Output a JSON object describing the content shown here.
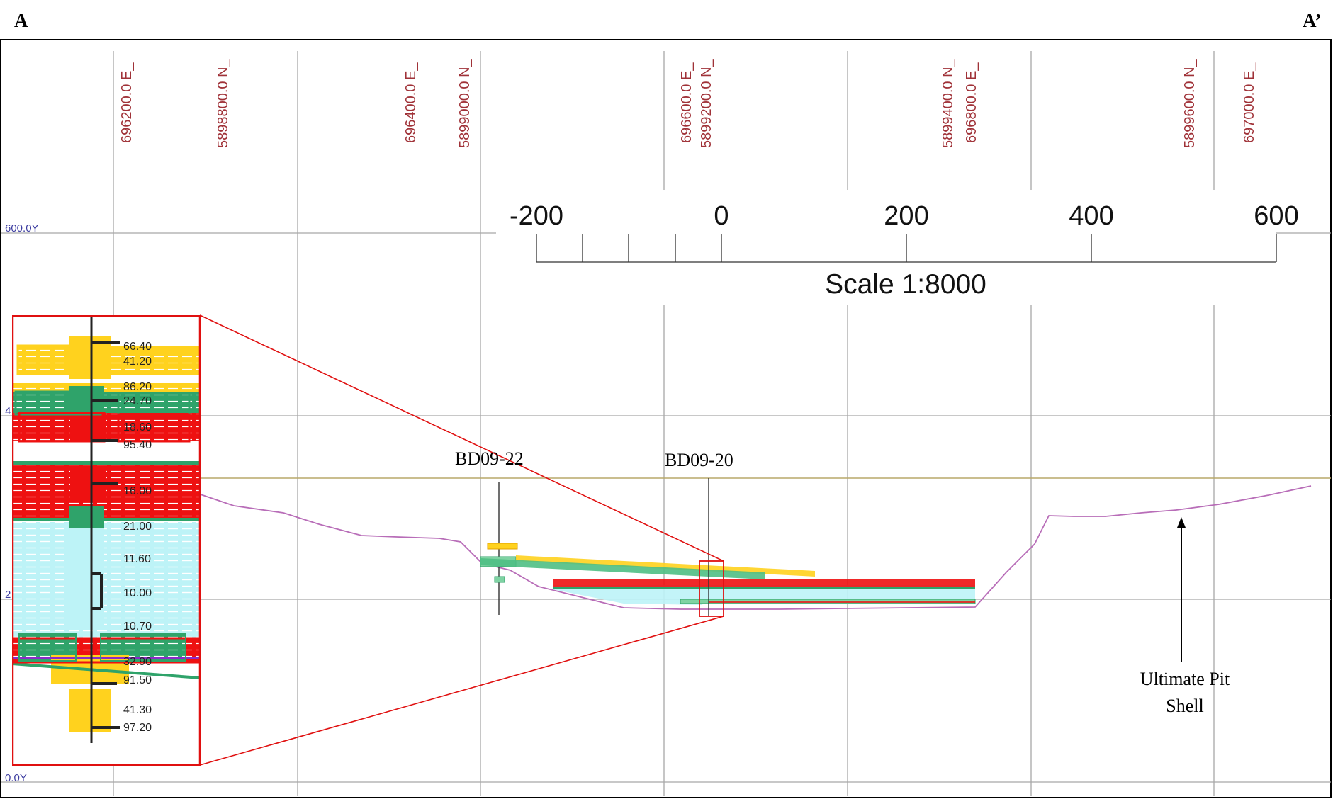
{
  "corners": {
    "left": "A",
    "right": "A’"
  },
  "grid_labels": {
    "vertical": [
      {
        "text": "696200.0 E_"
      },
      {
        "text": "5898800.0 N_"
      },
      {
        "text": "696400.0 E_"
      },
      {
        "text": "5899000.0 N_"
      },
      {
        "text": "696600.0 E_"
      },
      {
        "text": "5899200.0 N_"
      },
      {
        "text": "5899400.0 N_"
      },
      {
        "text": "696800.0 E_"
      },
      {
        "text": "5899600.0 N_"
      },
      {
        "text": "697000.0 E_"
      }
    ],
    "elevation": [
      "600.0Y",
      "0.0Y"
    ],
    "partial": [
      "4",
      "2"
    ]
  },
  "scale_bar": {
    "ticks": [
      "-200",
      "0",
      "200",
      "400",
      "600"
    ],
    "title": "Scale 1:8000"
  },
  "drill_holes": [
    "BD09-22",
    "BD09-20"
  ],
  "pit_label": [
    "Ultimate Pit",
    "Shell"
  ],
  "inset": {
    "values": [
      "66.40",
      "41.20",
      "86.20",
      "24.70",
      "18.60",
      "95.40",
      "16.00",
      "21.00",
      "11.60",
      "10.00",
      "10.70",
      "32.90",
      "91.50",
      "41.30",
      "97.20"
    ]
  },
  "colors": {
    "grid": "#a8a8a8",
    "label_red": "#a03238",
    "pit_shell": "#b86db8",
    "topo_line": "#b9a86a",
    "yellow": "#ffd21e",
    "green": "#2fa36a",
    "red": "#ee1111",
    "cyan": "#bdf3f7",
    "inset_border": "#e01010"
  }
}
